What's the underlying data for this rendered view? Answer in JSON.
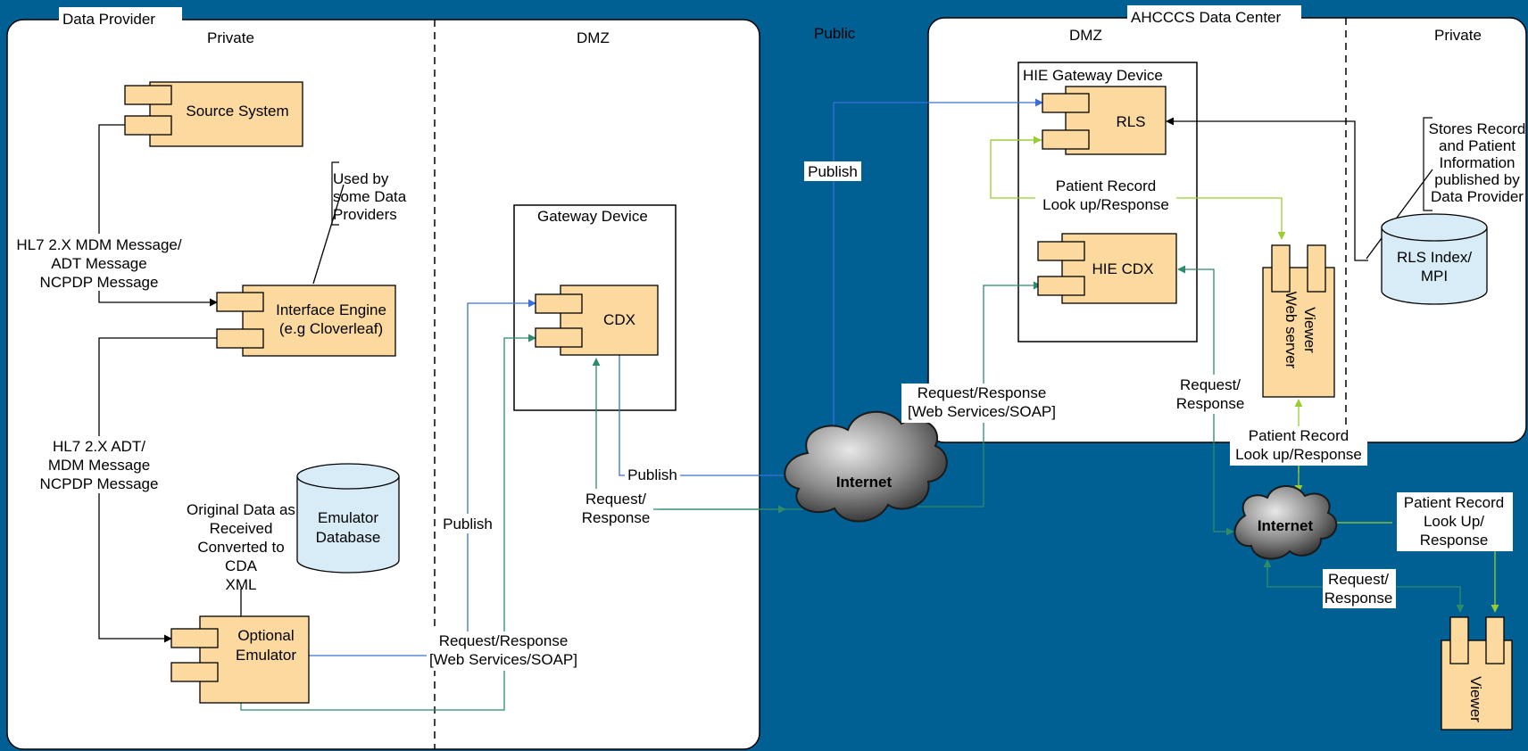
{
  "provider": {
    "title": "Data Provider",
    "zone_private": "Private",
    "zone_dmz": "DMZ"
  },
  "public_label": "Public",
  "datacenter": {
    "title": "AHCCCS Data Center",
    "zone_dmz": "DMZ",
    "zone_private": "Private"
  },
  "components": {
    "source_system": "Source System",
    "interface_engine": [
      "Interface Engine",
      "(e.g Cloverleaf)"
    ],
    "optional_emulator": [
      "Optional",
      "Emulator"
    ],
    "cdx": "CDX",
    "rls": "RLS",
    "hie_cdx": "HIE CDX",
    "viewer_web_server": [
      "Viewer",
      "Web server"
    ],
    "viewer": "Viewer"
  },
  "containers": {
    "gateway_device": "Gateway Device",
    "hie_gateway_device": "HIE Gateway Device"
  },
  "databases": {
    "emulator_db": [
      "Emulator",
      "Database"
    ],
    "rls_index": [
      "RLS Index/",
      "MPI"
    ]
  },
  "clouds": {
    "internet_main": "Internet",
    "internet_small": "Internet"
  },
  "notes": {
    "used_by": [
      "Used by",
      "some Data",
      "Providers"
    ],
    "stores_record": [
      "Stores Record",
      "and Patient",
      "Information",
      "published by",
      "Data Provider"
    ],
    "original_data": [
      "Original Data as",
      "Received",
      "Converted to",
      "CDA",
      "XML"
    ]
  },
  "labels": {
    "hl7_mdm": [
      "HL7 2.X MDM Message/",
      "ADT Message",
      "NCPDP Message"
    ],
    "hl7_adt": [
      "HL7 2.X ADT/",
      "MDM Message",
      "NCPDP Message"
    ],
    "publish_left": "Publish",
    "publish_dmz": "Publish",
    "publish_public": "Publish",
    "req_resp_ws_left": [
      "Request/Response",
      "[Web Services/SOAP]"
    ],
    "req_resp_dmz": [
      "Request/",
      "Response"
    ],
    "req_resp_ws_right": [
      "Request/Response",
      "[Web Services/SOAP]"
    ],
    "req_resp_hie": [
      "Request/",
      "Response"
    ],
    "patient_record_upper": [
      "Patient Record",
      "Look up/Response"
    ],
    "patient_record_lower": [
      "Patient Record",
      "Look up/Response"
    ],
    "patient_record_right": [
      "Patient Record",
      "Look Up/",
      "Response"
    ],
    "req_resp_viewer": [
      "Request/",
      "Response"
    ]
  },
  "colors": {
    "background": "#005f93",
    "component_fill": "#fcd99f",
    "database_fill": "#d7ecf7",
    "publish_line": "#3a6fd8",
    "request_line": "#2e8b6a",
    "lookup_line": "#9acd32"
  }
}
